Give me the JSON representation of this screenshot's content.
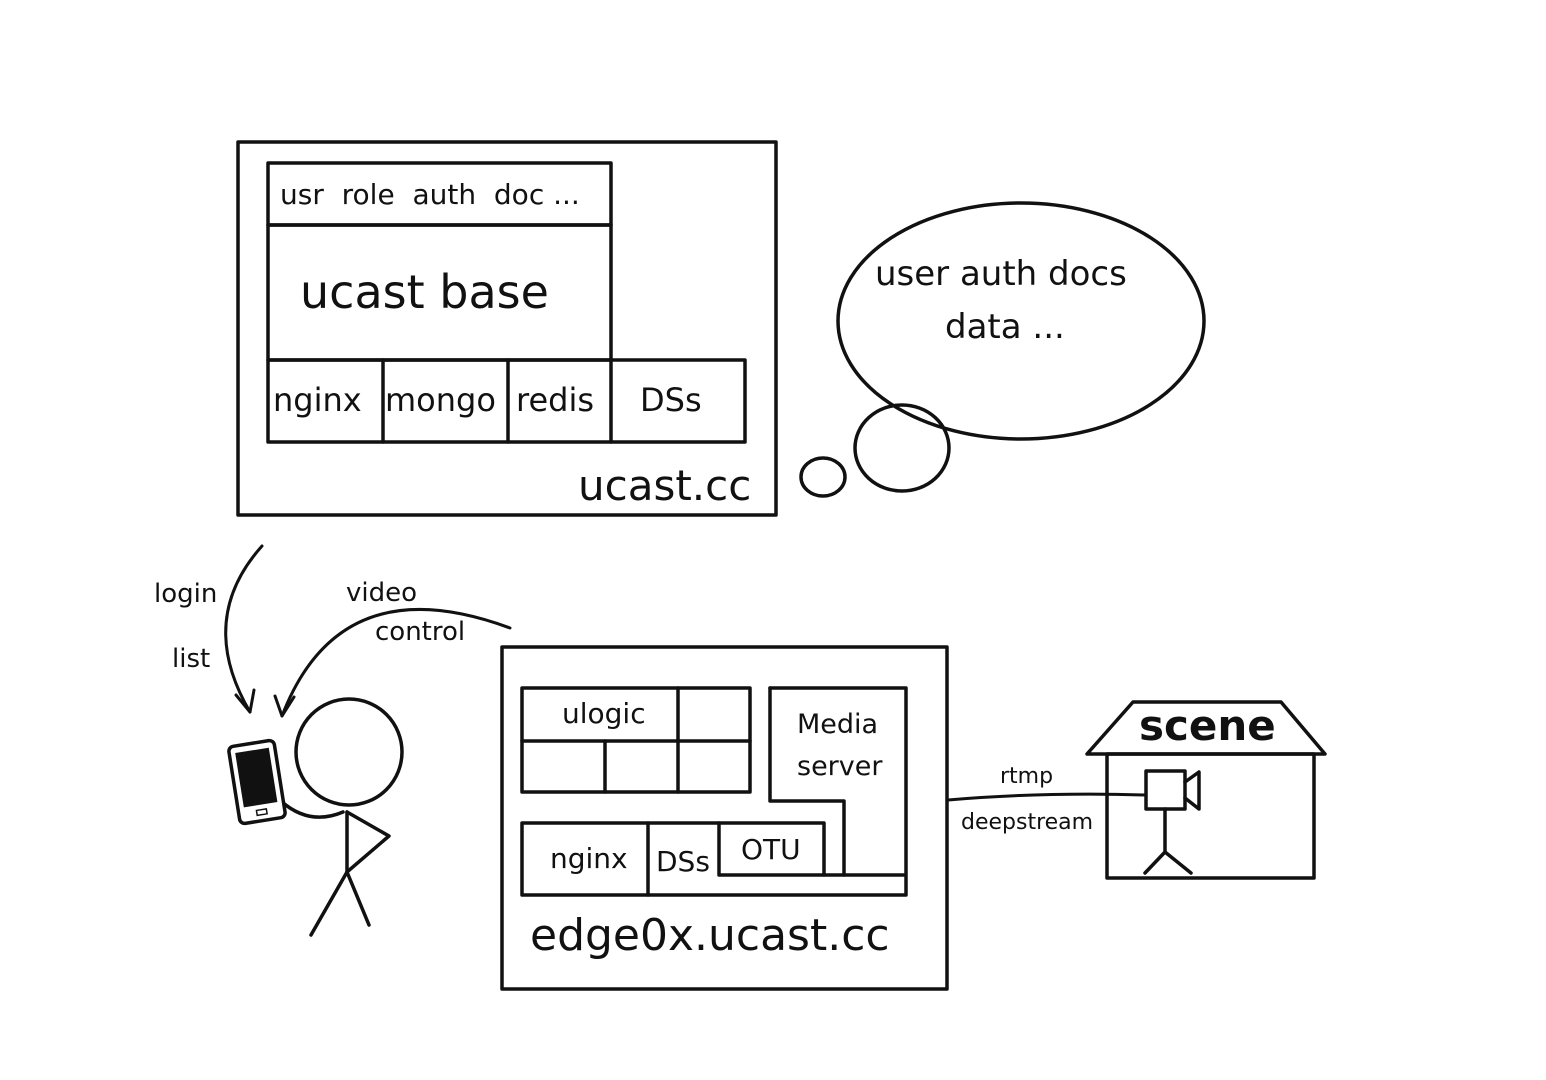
{
  "ucast_server": {
    "top_row": "usr  role  auth  doc ...",
    "base_label": "ucast base",
    "components": [
      "nginx",
      "mongo",
      "redis",
      "DSs"
    ],
    "host": "ucast.cc"
  },
  "thought_bubble": {
    "line1": "user auth docs",
    "line2": "data ..."
  },
  "user_arrows": {
    "login": "login",
    "list": "list",
    "video": "video",
    "control": "control"
  },
  "edge_server": {
    "ulogic": "ulogic",
    "media_line1": "Media",
    "media_line2": "server",
    "components": [
      "nginx",
      "DSs",
      "OTU"
    ],
    "host": "edge0x.ucast.cc"
  },
  "link": {
    "rtmp": "rtmp",
    "deepstream": "deepstream"
  },
  "scene": {
    "label": "scene"
  }
}
